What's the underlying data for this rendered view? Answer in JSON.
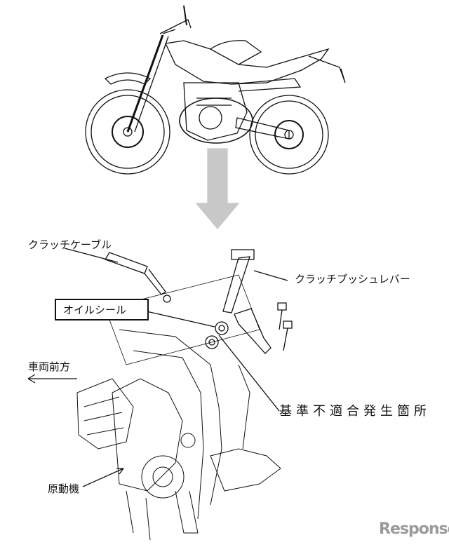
{
  "labels": {
    "clutch_cable": "クラッチケーブル",
    "clutch_push_lever": "クラッチプッシュレバー",
    "oil_seal": "オイルシール",
    "vehicle_front": "車両前方",
    "defect_location": "基準不適合発生箇所",
    "engine": "原動機"
  },
  "watermark": "Response.",
  "colors": {
    "line": "#111111",
    "arrow_fill": "#c8c8c8",
    "watermark": "#9a9a9a"
  }
}
